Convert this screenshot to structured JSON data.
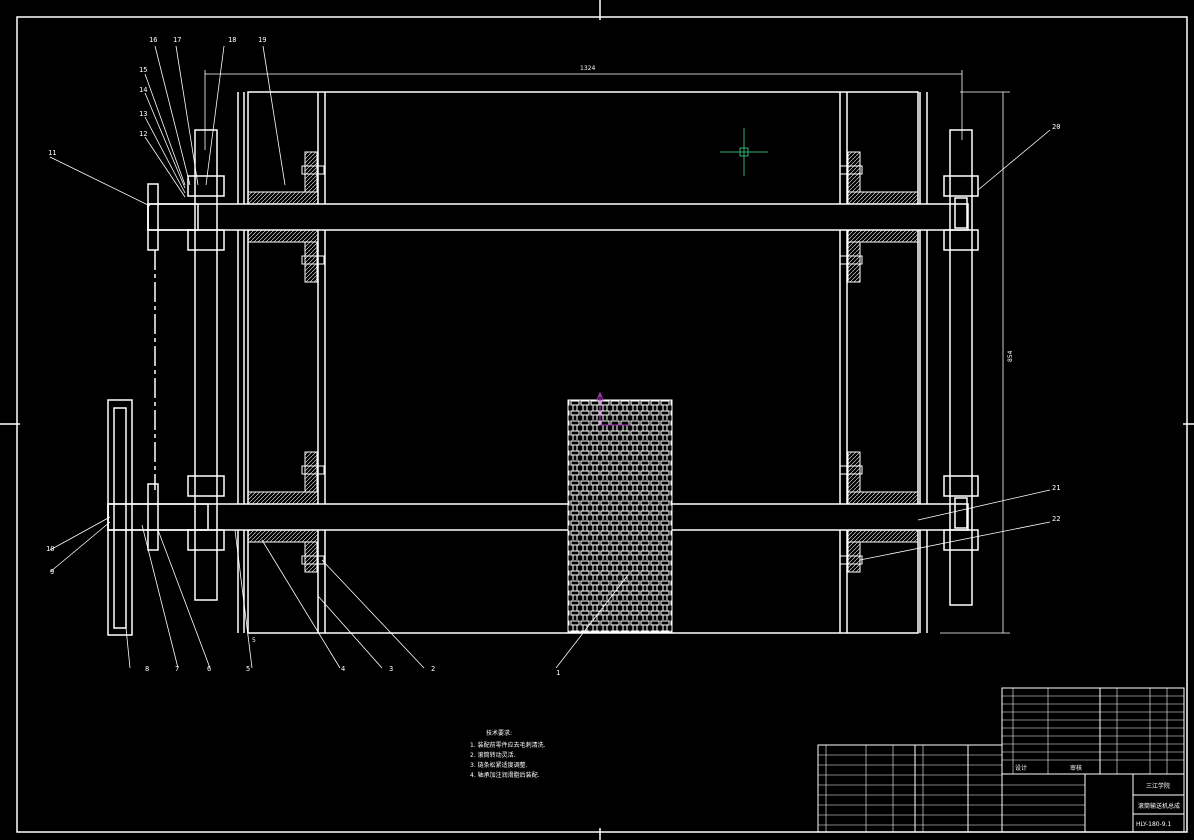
{
  "drawing": {
    "background": "#000000",
    "line_color": "#ffffff",
    "cursor_color": "#2fb070",
    "ucs_color": "#b040c0",
    "part_labels": [
      "1",
      "2",
      "3",
      "4",
      "5",
      "6",
      "7",
      "8",
      "9",
      "10",
      "11",
      "12",
      "13",
      "14",
      "15",
      "16",
      "17",
      "18",
      "19",
      "20",
      "21",
      "22"
    ],
    "dimensions": {
      "overall_width": "1324",
      "overall_height": "854",
      "small": "5"
    },
    "tech_requirements": {
      "title": "技术要求:",
      "items": [
        "1. 装配前零件应去毛刺清洗.",
        "2. 滚筒转动灵活.",
        "3. 链条松紧适度调整.",
        "4. 轴承加注润滑脂后装配."
      ]
    },
    "title_block": {
      "school": "三江学院",
      "drawing_name": "滚筒输送机总成",
      "drawing_number": "HLY-180-9.1",
      "left_cells": [
        "设计",
        "审核"
      ]
    }
  }
}
